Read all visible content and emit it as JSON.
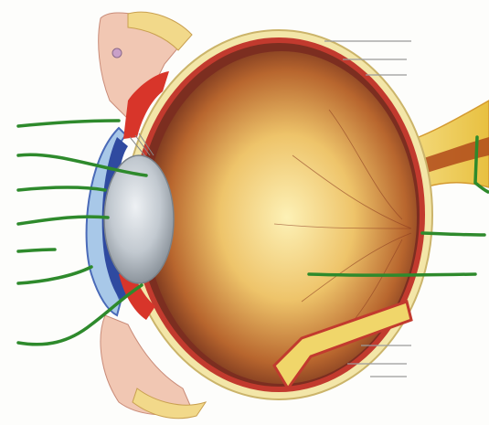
{
  "diagram": {
    "type": "anatomical-illustration",
    "subject": "eye-cross-section",
    "colors": {
      "background": "#fdfdfb",
      "vitreous_light": "#fbe9a0",
      "vitreous_mid": "#dca24c",
      "vitreous_dark": "#7a3a22",
      "retina": "#b0362c",
      "sclera": "#f3e6a8",
      "lens": "#c9d0d6",
      "iris": "#2f4aa0",
      "ciliary": "#d8352a",
      "eyelid": "#f0c4b0",
      "optic_nerve": "#f0d060",
      "leader_green": "#2e8a2c",
      "leader_gray": "#9a9a9a"
    },
    "label_lines": [
      {
        "id": "ciliary-body",
        "color": "green"
      },
      {
        "id": "suspensory-ligament",
        "color": "green"
      },
      {
        "id": "iris",
        "color": "green"
      },
      {
        "id": "pupil",
        "color": "green"
      },
      {
        "id": "cornea",
        "color": "green"
      },
      {
        "id": "aqueous-humor",
        "color": "green"
      },
      {
        "id": "lens",
        "color": "green"
      },
      {
        "id": "optic-nerve",
        "color": "green"
      },
      {
        "id": "blind-spot",
        "color": "green"
      },
      {
        "id": "vitreous-humor",
        "color": "green"
      },
      {
        "id": "sclera",
        "color": "gray"
      },
      {
        "id": "choroid",
        "color": "gray"
      },
      {
        "id": "retina",
        "color": "gray"
      },
      {
        "id": "fovea",
        "color": "gray"
      },
      {
        "id": "blood-vessels",
        "color": "gray"
      }
    ]
  }
}
